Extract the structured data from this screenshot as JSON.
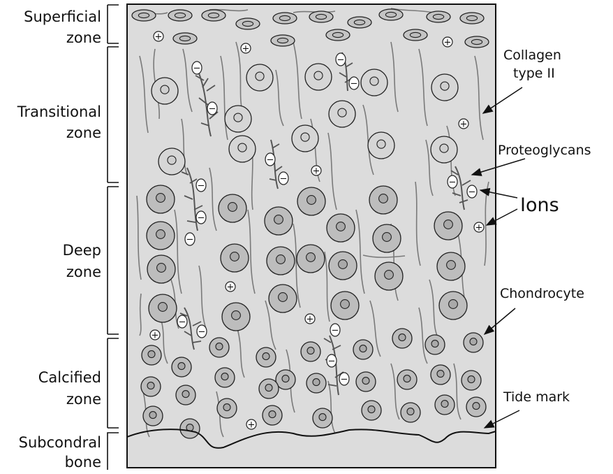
{
  "zones": [
    {
      "key": "superficial",
      "line1": "Superficial",
      "line2": "zone"
    },
    {
      "key": "transitional",
      "line1": "Transitional",
      "line2": "zone"
    },
    {
      "key": "deep",
      "line1": "Deep",
      "line2": "zone"
    },
    {
      "key": "calcified",
      "line1": "Calcified",
      "line2": "zone"
    },
    {
      "key": "subchondral",
      "line1": "Subcondral",
      "line2": "bone"
    }
  ],
  "callouts": {
    "collagen_line1": "Collagen",
    "collagen_line2": "type II",
    "proteoglycans": "Proteoglycans",
    "ions": "Ions",
    "chondrocyte": "Chondrocyte",
    "tide_mark": "Tide mark"
  },
  "symbols": {
    "plus": "+",
    "minus": "−"
  },
  "colors": {
    "matrix": "#dcdcdc",
    "cell_light": "#d6d6d6",
    "cell_dark": "#bdbdbd",
    "outline": "#222222",
    "fiber": "#7a7a7a",
    "proteoglycan": "#555555"
  }
}
